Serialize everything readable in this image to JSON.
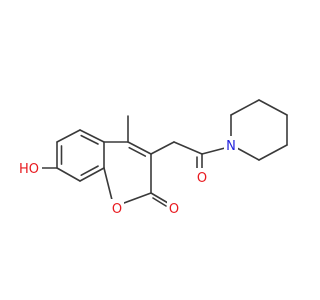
{
  "molecule": {
    "atoms": [
      {
        "id": "ho",
        "label": "HO",
        "color": "#e8191e"
      },
      {
        "id": "o-ring",
        "label": "O",
        "color": "#e8191e"
      },
      {
        "id": "o-lactone",
        "label": "O",
        "color": "#e8191e"
      },
      {
        "id": "o-amide",
        "label": "O",
        "color": "#e8191e"
      },
      {
        "id": "n-piperidine",
        "label": "N",
        "color": "#2222dd"
      }
    ],
    "colors": {
      "bond": "#3a3a3a",
      "oxygen": "#e8191e",
      "nitrogen": "#2222dd"
    }
  }
}
